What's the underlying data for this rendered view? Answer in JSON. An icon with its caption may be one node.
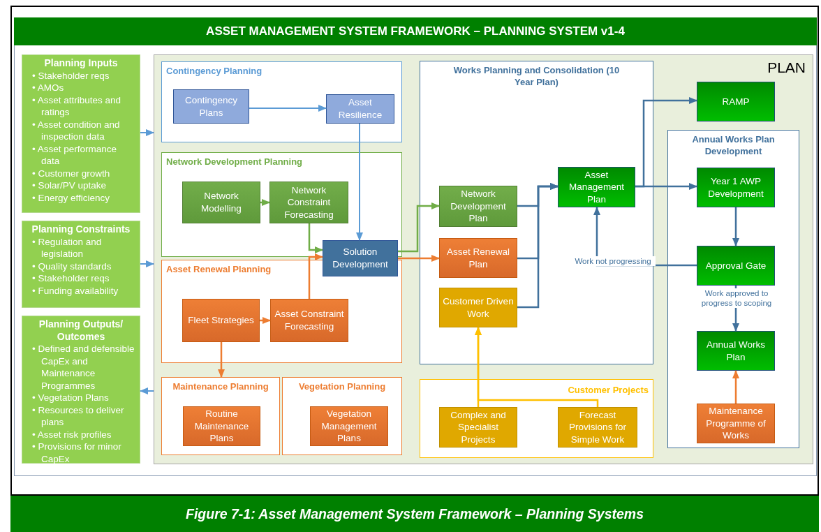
{
  "diagram": {
    "title": "ASSET MANAGEMENT SYSTEM FRAMEWORK – PLANNING SYSTEM v1-4",
    "caption": "Figure 7-1: Asset Management System Framework – Planning Systems",
    "nodes": [
      {
        "text": [
          "Planning Inputs",
          "• Stakeholder reqs",
          "• AMOs",
          "• Asset attributes and ratings",
          "• Asset condition and inspection data",
          "• Asset performance data",
          "• Customer growth",
          "• Solar/PV uptake",
          "• Energy efficiency"
        ]
      },
      {
        "text": [
          "Planning Constraints",
          "• Regulation and legislation",
          "• Quality standards",
          "• Stakeholder reqs",
          "• Funding availability"
        ]
      },
      {
        "text": [
          "Planning Outputs/ Outcomes",
          "• Defined and defensible CapEx and Maintenance Programmes",
          "• Vegetation Plans",
          "• Resources to deliver plans",
          "• Asset risk profiles",
          "• Provisions for minor CapEx"
        ]
      },
      {
        "text": [
          "PLAN"
        ]
      },
      {
        "text": [
          "Contingency Planning"
        ],
        "in": 3
      },
      {
        "text": [
          "Contingency Plans"
        ],
        "in": 4
      },
      {
        "text": [
          "Asset Resilience"
        ],
        "in": 4
      },
      {
        "text": [
          "Network Development Planning"
        ],
        "in": 3
      },
      {
        "text": [
          "Network Modelling"
        ],
        "in": 7
      },
      {
        "text": [
          "Network Constraint Forecasting"
        ],
        "in": 7
      },
      {
        "text": [
          "Asset Renewal Planning"
        ],
        "in": 3
      },
      {
        "text": [
          "Fleet Strategies"
        ],
        "in": 10
      },
      {
        "text": [
          "Asset Constraint Forecasting"
        ],
        "in": 10
      },
      {
        "text": [
          "Solution Development"
        ],
        "in": 3
      },
      {
        "text": [
          "Maintenance Planning"
        ],
        "in": 3
      },
      {
        "text": [
          "Routine Maintenance Plans"
        ],
        "in": 14
      },
      {
        "text": [
          "Vegetation Planning"
        ],
        "in": 3
      },
      {
        "text": [
          "Vegetation Management Plans"
        ],
        "in": 16
      },
      {
        "text": [
          "Works Planning and Consolidation (10 Year Plan)"
        ],
        "in": 3
      },
      {
        "text": [
          "Network Development Plan"
        ],
        "in": 18
      },
      {
        "text": [
          "Asset Renewal Plan"
        ],
        "in": 18
      },
      {
        "text": [
          "Customer Driven Work"
        ],
        "in": 18
      },
      {
        "text": [
          "Asset Management Plan"
        ],
        "in": 18
      },
      {
        "text": [
          "Customer Projects"
        ],
        "in": 3
      },
      {
        "text": [
          "Complex and Specialist Projects"
        ],
        "in": 23
      },
      {
        "text": [
          "Forecast Provisions for Simple Work"
        ],
        "in": 23
      },
      {
        "text": [
          "RAMP"
        ],
        "in": 3
      },
      {
        "text": [
          "Annual Works Plan Development"
        ],
        "in": 3
      },
      {
        "text": [
          "Year 1 AWP Development"
        ],
        "in": 27
      },
      {
        "text": [
          "Approval Gate"
        ],
        "in": 27
      },
      {
        "text": [
          "Annual Works Plan"
        ],
        "in": 27
      },
      {
        "text": [
          "Maintenance Programme of Works"
        ],
        "in": 27
      }
    ],
    "edges": [
      {
        "from": 0,
        "to": 3,
        "arrow": "to",
        "color": "#5b9bd5"
      },
      {
        "from": 1,
        "to": 3,
        "arrow": "to",
        "color": "#5b9bd5"
      },
      {
        "from": 3,
        "to": 2,
        "arrow": "to",
        "color": "#5b9bd5"
      },
      {
        "from": 5,
        "to": 6,
        "arrow": "to",
        "color": "#5b9bd5"
      },
      {
        "from": 6,
        "to": 13,
        "arrow": "to",
        "color": "#5b9bd5"
      },
      {
        "from": 8,
        "to": 9,
        "arrow": "to",
        "color": "#70ad47"
      },
      {
        "from": 9,
        "to": 13,
        "arrow": "to",
        "color": "#70ad47"
      },
      {
        "from": 11,
        "to": 12,
        "arrow": "to",
        "color": "#ed7d31"
      },
      {
        "from": 12,
        "to": 13,
        "arrow": "to",
        "color": "#ed7d31"
      },
      {
        "from": 11,
        "to": 14,
        "arrow": "to",
        "color": "#ed7d31"
      },
      {
        "from": 13,
        "to": 19,
        "arrow": "to",
        "color": "#70ad47"
      },
      {
        "from": 13,
        "to": 20,
        "arrow": "to",
        "color": "#ed7d31"
      },
      {
        "from": 19,
        "to": 22,
        "arrow": "to"
      },
      {
        "from": 20,
        "to": 22,
        "arrow": "to"
      },
      {
        "from": 21,
        "to": 22,
        "arrow": "to"
      },
      {
        "from": 22,
        "to": 26,
        "arrow": "to"
      },
      {
        "from": 22,
        "to": 28,
        "arrow": "to"
      },
      {
        "from": 28,
        "to": 29,
        "arrow": "to"
      },
      {
        "from": 29,
        "to": 22,
        "arrow": "to",
        "label": "Work not progressing"
      },
      {
        "from": 29,
        "to": 30,
        "arrow": "to",
        "label": "Work approved to progress to scoping"
      },
      {
        "from": 24,
        "to": 21,
        "arrow": "to",
        "color": "#ffc000"
      },
      {
        "from": 25,
        "to": 21,
        "arrow": "to",
        "color": "#ffc000"
      },
      {
        "from": 31,
        "to": 30,
        "arrow": "to",
        "color": "#ed7d31"
      }
    ]
  }
}
